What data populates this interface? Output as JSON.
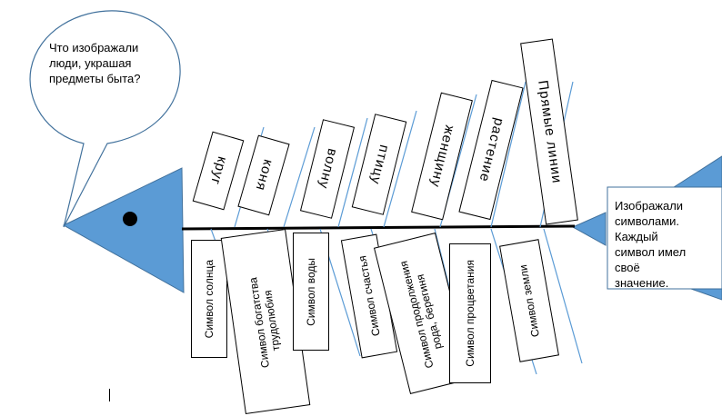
{
  "question": "Что изображали люди, украшая предметы быта?",
  "conclusion": "Изображали символами. Каждый символ имел своё значение.",
  "upper_labels": [
    "круг",
    "коня",
    "волну",
    "птицу",
    "женщину",
    "растение",
    "Прямые линии"
  ],
  "lower_labels": [
    "Символ солнца",
    "Символ богатства\nтрудолюбия",
    "Символ воды",
    "Символ счастья",
    "Символ продолжения\nрода, берегиня",
    "Символ процветания",
    "Символ земли"
  ],
  "colors": {
    "shape_fill": "#5b9bd5",
    "shape_stroke": "#41719c",
    "bone_line": "#5b9bd5",
    "spine": "#000000"
  }
}
